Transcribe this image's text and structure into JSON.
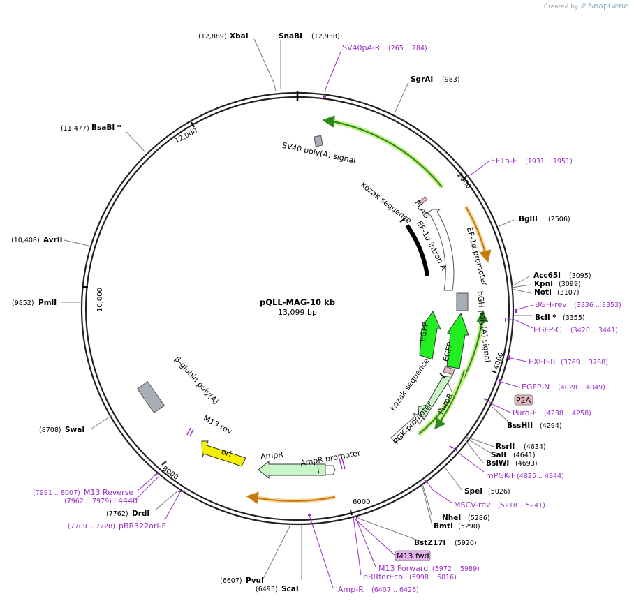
{
  "credit": {
    "prefix": "Created by",
    "brand": "SnapGene"
  },
  "plasmid": {
    "name": "pQLL-MAG-10 kb",
    "size_label": "13,099 bp"
  },
  "ticks": [
    "2000",
    "4000",
    "6000",
    "8000",
    "10,000",
    "12,000"
  ],
  "enzymes": [
    {
      "name": "XbaI",
      "pos": "(12,889)"
    },
    {
      "name": "SnaBI",
      "pos": "(12,938)"
    },
    {
      "name": "SgrAI",
      "pos": "(983)"
    },
    {
      "name": "BsaBI *",
      "pos": "(11,477)"
    },
    {
      "name": "BglII",
      "pos": "(2506)"
    },
    {
      "name": "AvrII",
      "pos": "(10,408)"
    },
    {
      "name": "Acc65I",
      "pos": "(3095)"
    },
    {
      "name": "KpnI",
      "pos": "(3099)"
    },
    {
      "name": "NotI",
      "pos": "(3107)"
    },
    {
      "name": "BclI *",
      "pos": "(3355)"
    },
    {
      "name": "PmlI",
      "pos": "(9852)"
    },
    {
      "name": "BssHII",
      "pos": "(4294)"
    },
    {
      "name": "SwaI",
      "pos": "(8708)"
    },
    {
      "name": "RsrII",
      "pos": "(4634)"
    },
    {
      "name": "SalI",
      "pos": "(4641)"
    },
    {
      "name": "BsiWI",
      "pos": "(4693)"
    },
    {
      "name": "SpeI",
      "pos": "(5026)"
    },
    {
      "name": "NheI",
      "pos": "(5286)"
    },
    {
      "name": "BmtI",
      "pos": "(5290)"
    },
    {
      "name": "DrdI",
      "pos": "(7762)"
    },
    {
      "name": "BstZ17I",
      "pos": "(5920)"
    },
    {
      "name": "PvuI",
      "pos": "(6607)"
    },
    {
      "name": "ScaI",
      "pos": "(6495)"
    }
  ],
  "primers": [
    {
      "name": "SV40pA-R",
      "range": "(265 .. 284)"
    },
    {
      "name": "EF1a-F",
      "range": "(1931 .. 1951)"
    },
    {
      "name": "BGH-rev",
      "range": "(3336 .. 3353)"
    },
    {
      "name": "EGFP-C",
      "range": "(3420 .. 3441)"
    },
    {
      "name": "EXFP-R",
      "range": "(3769 .. 3788)"
    },
    {
      "name": "EGFP-N",
      "range": "(4028 .. 4049)"
    },
    {
      "name": "Puro-F",
      "range": "(4238 .. 4258)"
    },
    {
      "name": "mPGK-F",
      "range": "(4825 .. 4844)"
    },
    {
      "name": "MSCV-rev",
      "range": "(5218 .. 5241)"
    },
    {
      "name": "M13 fwd",
      "range": ""
    },
    {
      "name": "M13 Forward",
      "range": "(5972 .. 5989)"
    },
    {
      "name": "pBRforEco",
      "range": "(5998 .. 6016)"
    },
    {
      "name": "Amp-R",
      "range": "(6407 .. 6426)"
    },
    {
      "name": "M13 Reverse",
      "range": "(7991 .. 8007)"
    },
    {
      "name": "L4440",
      "range": "(7962 .. 7979)"
    },
    {
      "name": "pBR322ori-F",
      "range": "(7709 .. 7728)"
    }
  ],
  "features": [
    "SV40 poly(A) signal",
    "Kozak sequence",
    "FLAG",
    "EF-1α intron A",
    "EF-1α promoter",
    "bGH poly(A) signal",
    "EGFP",
    "EGFP",
    "P2A",
    "Kozak sequence",
    "PGK promoter",
    "PuroR",
    "β-globin poly(A)",
    "M13 rev",
    "ori",
    "AmpR",
    "AmpR promoter"
  ],
  "colors": {
    "ring": "#222222",
    "enzyme_line": "#7a7a7a",
    "primer": "#9a2fc8",
    "orf_green": "#2a8a1a",
    "orf_glow": "#c8f08a",
    "orange_orf": "#c87a10",
    "egfp": "#22ee22",
    "light_green": "#c8f5c8",
    "ori_yellow": "#f5f000",
    "polyA_grey": "#a8aeb5",
    "p2a_fill": "#e5b8c0",
    "m13_fill": "#e5b0ec"
  },
  "icons": {
    "brand_mark": "snapgene-logo-icon"
  }
}
